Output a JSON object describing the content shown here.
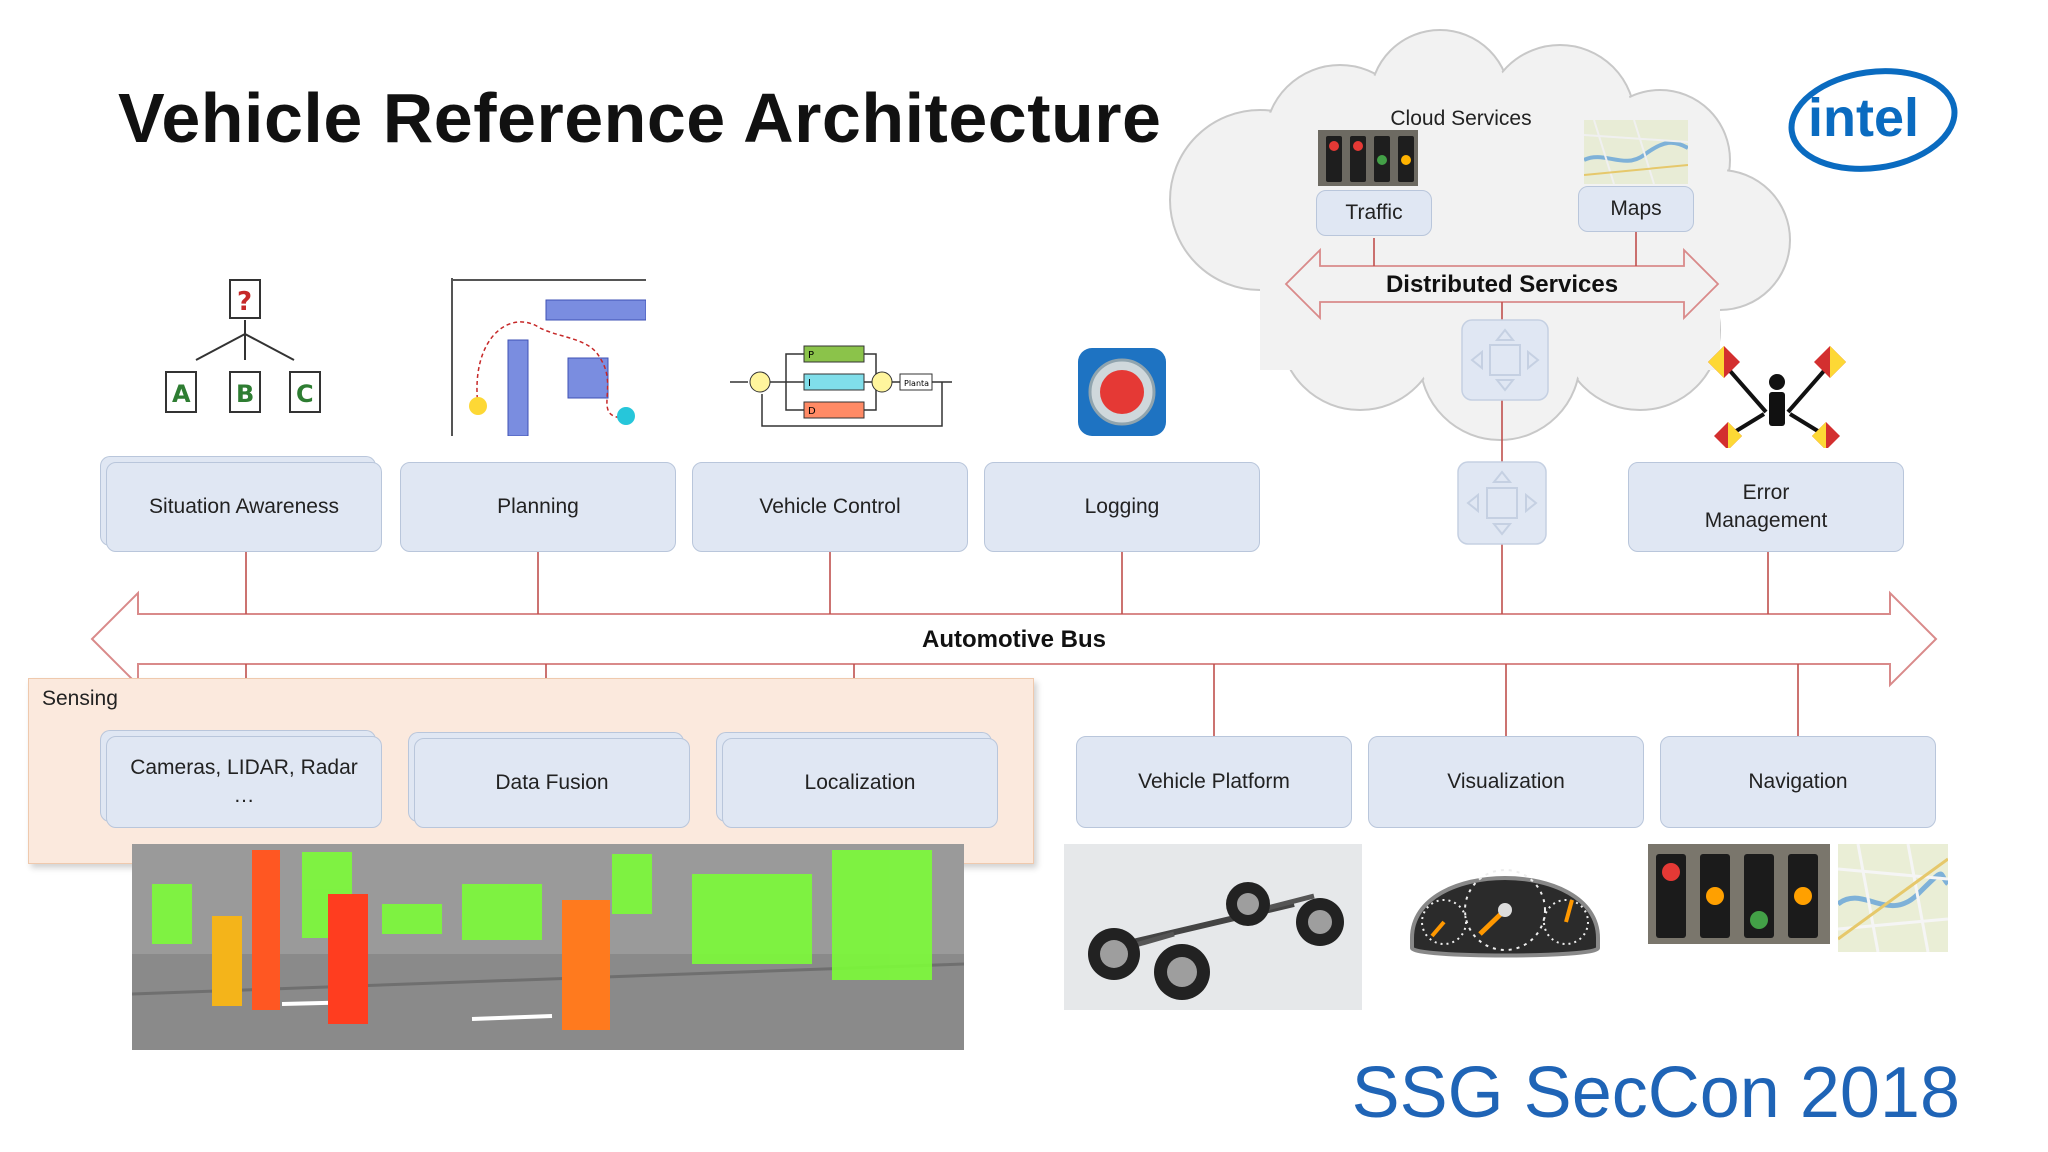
{
  "title": "Vehicle Reference Architecture",
  "logo_text": "intel",
  "footer": "SSG SecCon 2018",
  "cloud": {
    "label": "Cloud Services",
    "services": [
      "Traffic",
      "Maps"
    ],
    "bus_label": "Distributed Services"
  },
  "bus_label": "Automotive Bus",
  "top_components": [
    "Situation Awareness",
    "Planning",
    "Vehicle Control",
    "Logging",
    "Error Management"
  ],
  "sensing": {
    "label": "Sensing",
    "components": [
      "Cameras, LIDAR, Radar",
      "…",
      "Data Fusion",
      "Localization"
    ]
  },
  "bottom_components": [
    "Vehicle Platform",
    "Visualization",
    "Navigation"
  ],
  "illustration_labels": {
    "abc": [
      "?",
      "A",
      "B",
      "C"
    ],
    "pid": [
      "P",
      "I",
      "D",
      "Planta"
    ]
  },
  "colors": {
    "bus_stroke": "#d98a8a",
    "connector": "#c0504d",
    "box_fill": "#e0e7f3",
    "footer_blue": "#1f64b6",
    "intel_blue": "#0a6bc0",
    "sensing_fill": "#fbe9dd"
  }
}
